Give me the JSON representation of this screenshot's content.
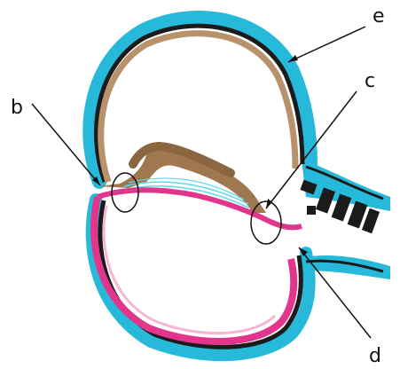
{
  "labels": {
    "b": "b",
    "c": "c",
    "d": "d",
    "e": "e"
  },
  "colors": {
    "outer_coat": "#27b9d9",
    "dark_band": "#1b1b1b",
    "upper_wall": "#b7926a",
    "lower_layer": "#e2358c",
    "fluid_lines": "#5fd8ea",
    "pointer": "#111111",
    "background": "#ffffff"
  }
}
